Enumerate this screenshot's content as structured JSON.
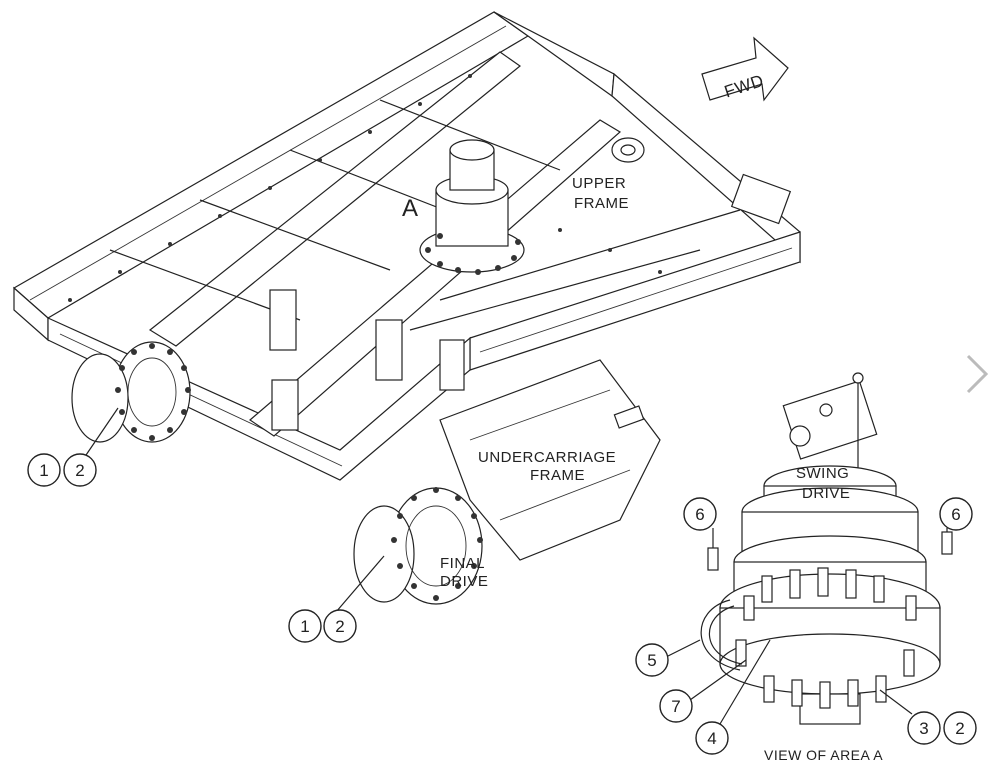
{
  "labels": {
    "fwd": "FWD",
    "area_a": "A",
    "upper_frame_1": "UPPER",
    "upper_frame_2": "FRAME",
    "undercarriage_1": "UNDERCARRIAGE",
    "undercarriage_2": "FRAME",
    "final_drive_1": "FINAL",
    "final_drive_2": "DRIVE",
    "swing_drive_1": "SWING",
    "swing_drive_2": "DRIVE",
    "view_caption": "VIEW OF AREA A"
  },
  "callouts": {
    "left_final_drive": [
      "1",
      "2"
    ],
    "right_final_drive": [
      "1",
      "2"
    ],
    "detail_top_left": "6",
    "detail_top_right": "6",
    "detail_5": "5",
    "detail_7": "7",
    "detail_4": "4",
    "detail_bottom_right": [
      "3",
      "2"
    ]
  },
  "icons": {
    "next": "chevron-right-icon"
  },
  "colors": {
    "line": "#222222",
    "background": "#ffffff",
    "chevron": "#bbbbbb"
  }
}
